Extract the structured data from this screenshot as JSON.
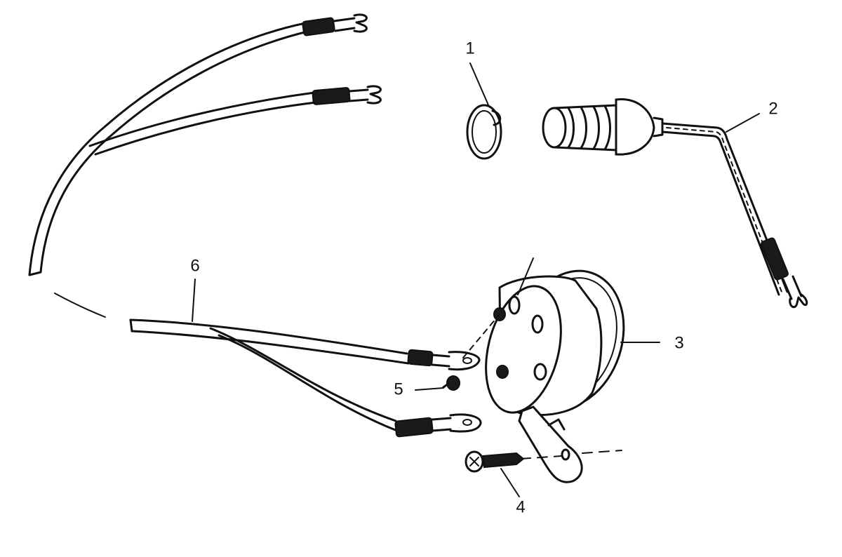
{
  "callouts": [
    {
      "id": "1",
      "label": "1"
    },
    {
      "id": "2",
      "label": "2"
    },
    {
      "id": "3",
      "label": "3"
    },
    {
      "id": "4",
      "label": "4"
    },
    {
      "id": "5",
      "label": "5"
    },
    {
      "id": "6",
      "label": "6"
    }
  ],
  "colors": {
    "ink": "#111111",
    "background": "#ffffff"
  }
}
